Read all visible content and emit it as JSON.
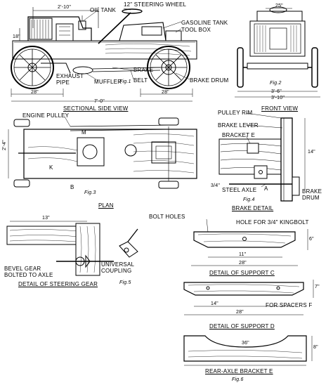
{
  "fig1": {
    "labels": {
      "oil_tank": "OIL TANK",
      "steering_wheel": "12\" STEERING WHEEL",
      "gasoline_tank": "GASOLINE TANK",
      "tool_box": "TOOL BOX",
      "exhaust_pipe": "EXHAUST\nPIPE",
      "muffler": "MUFFLER",
      "brake": "BRAKE",
      "belt": "BELT",
      "brake_drum": "BRAKE DRUM"
    },
    "dims": {
      "top": "2'-10\"",
      "left": "18\"",
      "bottom_left": "28\"",
      "bottom_right": "28\"",
      "overall": "7'-0\""
    },
    "fig_label": "Fig.1",
    "caption": "SECTIONAL SIDE VIEW"
  },
  "fig2": {
    "dims": {
      "top": "25\"",
      "bottom1": "3'-6\"",
      "bottom2": "3'-10\""
    },
    "fig_label": "Fig.2",
    "caption": "FRONT VIEW"
  },
  "fig3": {
    "labels": {
      "engine_pulley": "ENGINE PULLEY",
      "m": "M",
      "k": "K",
      "b": "B"
    },
    "dims": {
      "width": "2'-4\""
    },
    "fig_label": "Fig.3",
    "caption": "PLAN"
  },
  "fig4": {
    "labels": {
      "pulley_rim": "PULLEY RIM",
      "brake_lever": "BRAKE LEVER",
      "bracket_e": "BRACKET E",
      "steel_axle": "STEEL AXLE",
      "a": "A",
      "brake_drum": "BRAKE\nDRUM"
    },
    "dims": {
      "height": "14\"",
      "axle": "3/4\""
    },
    "fig_label": "Fig.4",
    "caption": "BRAKE DETAIL"
  },
  "fig5": {
    "labels": {
      "bevel_gear": "BEVEL GEAR\nBOLTED TO AXLE",
      "universal": "UNIVERSAL\nCOUPLING"
    },
    "dims": {
      "top": "13\""
    },
    "fig_label": "Fig.5",
    "caption": "DETAIL OF STEERING GEAR"
  },
  "fig6": {
    "labels": {
      "bolt_holes": "BOLT HOLES",
      "hole_kingbolt": "HOLE FOR 3/4\" KINGBOLT",
      "spacers": "FOR SPACERS F"
    },
    "support_c": {
      "dims": {
        "bottom": "28\"",
        "mid": "11\"",
        "height": "6\""
      },
      "caption": "DETAIL OF SUPPORT C"
    },
    "support_d": {
      "dims": {
        "bottom": "28\"",
        "mid": "14\"",
        "height": "7\""
      },
      "caption": "DETAIL OF SUPPORT D"
    },
    "bracket_e": {
      "dims": {
        "width": "36\"",
        "height": "8\""
      },
      "caption": "REAR-AXLE BRACKET E"
    },
    "fig_label": "Fig.6"
  }
}
